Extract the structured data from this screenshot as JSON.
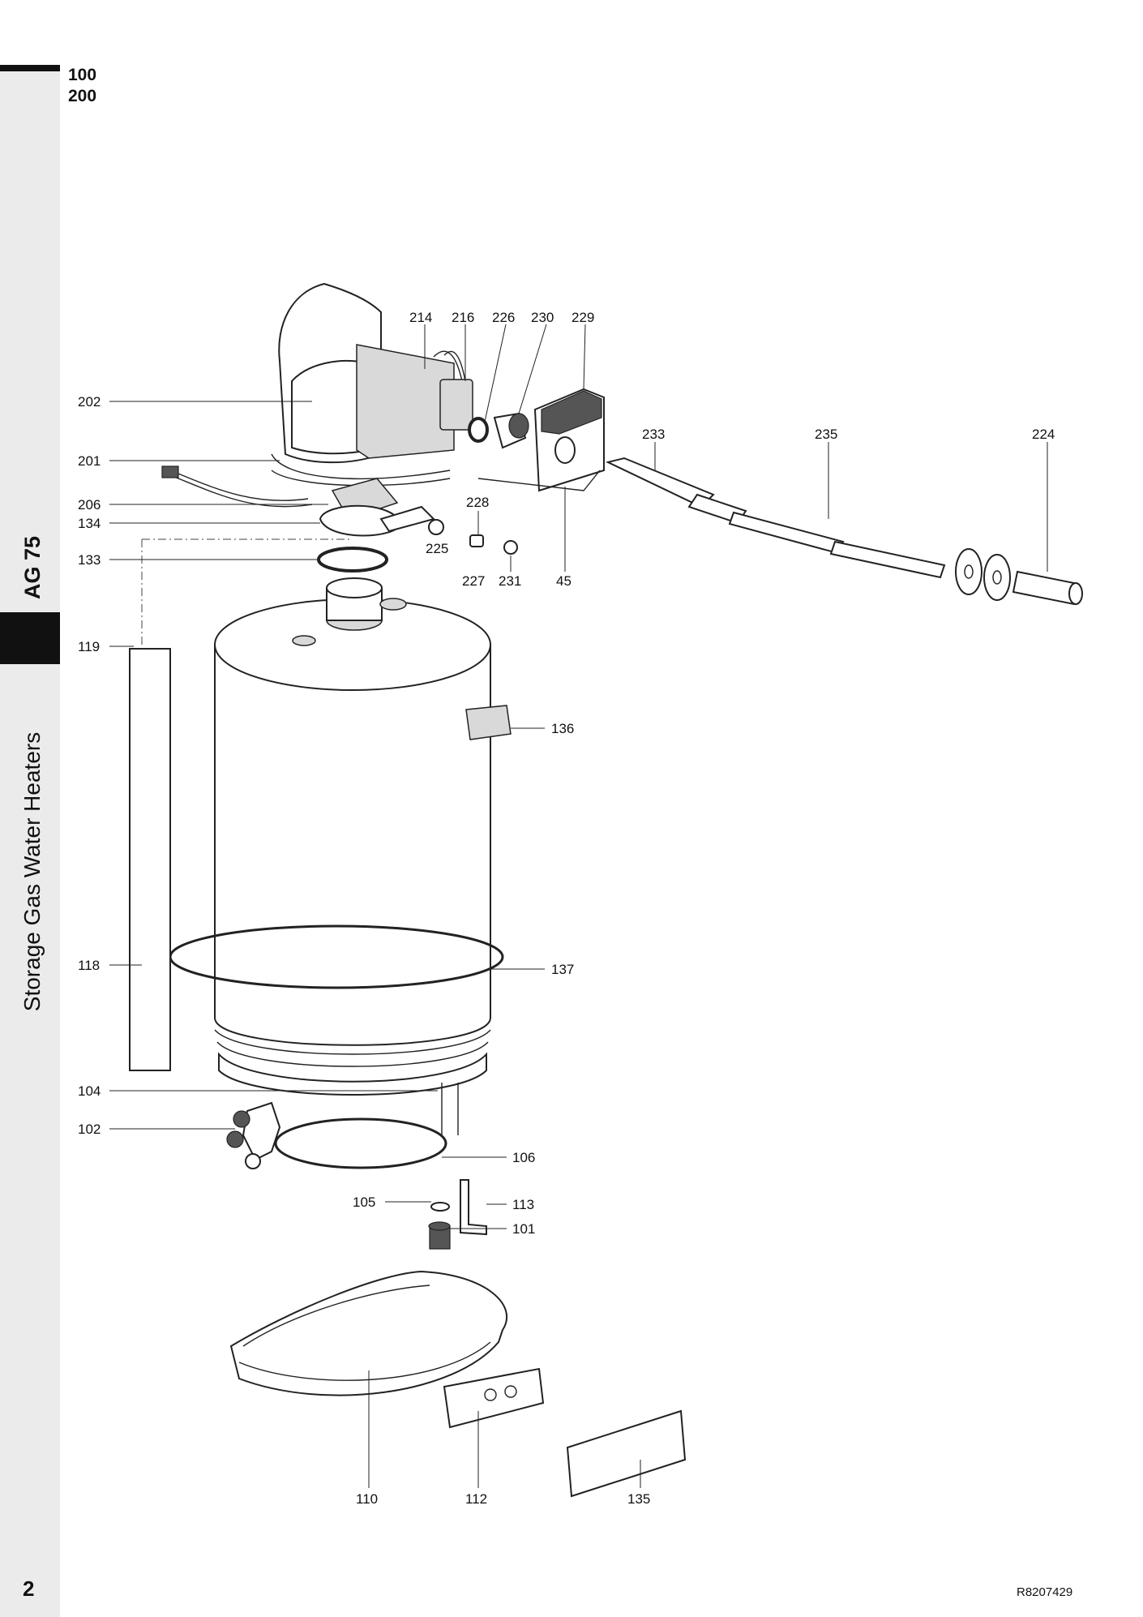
{
  "header": {
    "models": [
      "100",
      "200"
    ]
  },
  "sidebar": {
    "model_code": "AG 75",
    "category": "Storage Gas Water Heaters"
  },
  "footer": {
    "page_number": "2",
    "reference_code": "R8207429"
  },
  "callouts": [
    {
      "id": "c214",
      "label": "214"
    },
    {
      "id": "c216",
      "label": "216"
    },
    {
      "id": "c226",
      "label": "226"
    },
    {
      "id": "c230",
      "label": "230"
    },
    {
      "id": "c229",
      "label": "229"
    },
    {
      "id": "c202",
      "label": "202"
    },
    {
      "id": "c233",
      "label": "233"
    },
    {
      "id": "c235",
      "label": "235"
    },
    {
      "id": "c224",
      "label": "224"
    },
    {
      "id": "c201",
      "label": "201"
    },
    {
      "id": "c228",
      "label": "228"
    },
    {
      "id": "c206",
      "label": "206"
    },
    {
      "id": "c134",
      "label": "134"
    },
    {
      "id": "c225",
      "label": "225"
    },
    {
      "id": "c133",
      "label": "133"
    },
    {
      "id": "c227",
      "label": "227"
    },
    {
      "id": "c231",
      "label": "231"
    },
    {
      "id": "c45",
      "label": "45"
    },
    {
      "id": "c119",
      "label": "119"
    },
    {
      "id": "c136",
      "label": "136"
    },
    {
      "id": "c118",
      "label": "118"
    },
    {
      "id": "c137",
      "label": "137"
    },
    {
      "id": "c104",
      "label": "104"
    },
    {
      "id": "c102",
      "label": "102"
    },
    {
      "id": "c106",
      "label": "106"
    },
    {
      "id": "c105",
      "label": "105"
    },
    {
      "id": "c113",
      "label": "113"
    },
    {
      "id": "c101",
      "label": "101"
    },
    {
      "id": "c110",
      "label": "110"
    },
    {
      "id": "c112",
      "label": "112"
    },
    {
      "id": "c135",
      "label": "135"
    }
  ]
}
